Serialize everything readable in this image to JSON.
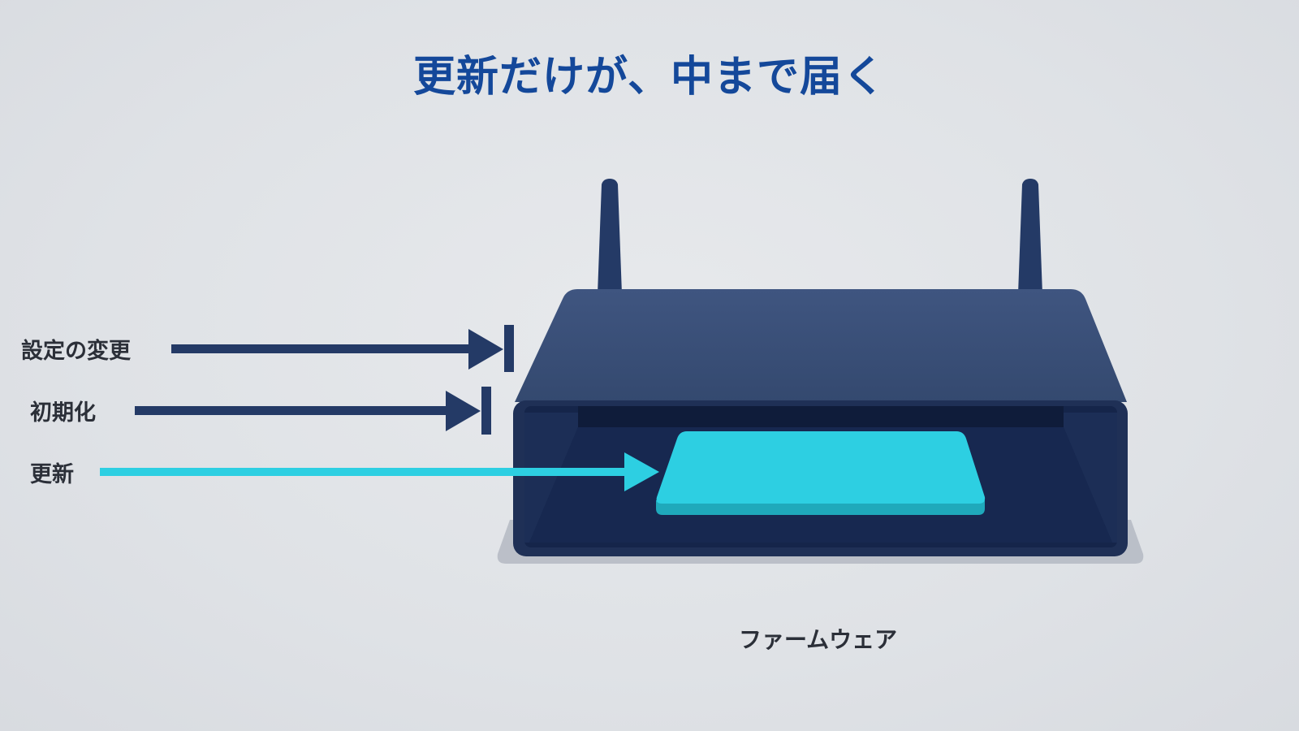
{
  "title": "更新だけが、中まで届く",
  "inputs": [
    {
      "label": "設定の変更",
      "blocked": true
    },
    {
      "label": "初期化",
      "blocked": true
    },
    {
      "label": "更新",
      "blocked": false
    }
  ],
  "target": {
    "label": "ファームウェア"
  },
  "colors": {
    "title": "#14489a",
    "blocked_arrow": "#243a66",
    "pass_arrow": "#2dcfe2",
    "router_top": "#3a4f78",
    "router_body": "#1d2d52",
    "router_inner": "#15254a",
    "firmware_chip": "#2dcfe2",
    "text": "#2b2f38"
  }
}
